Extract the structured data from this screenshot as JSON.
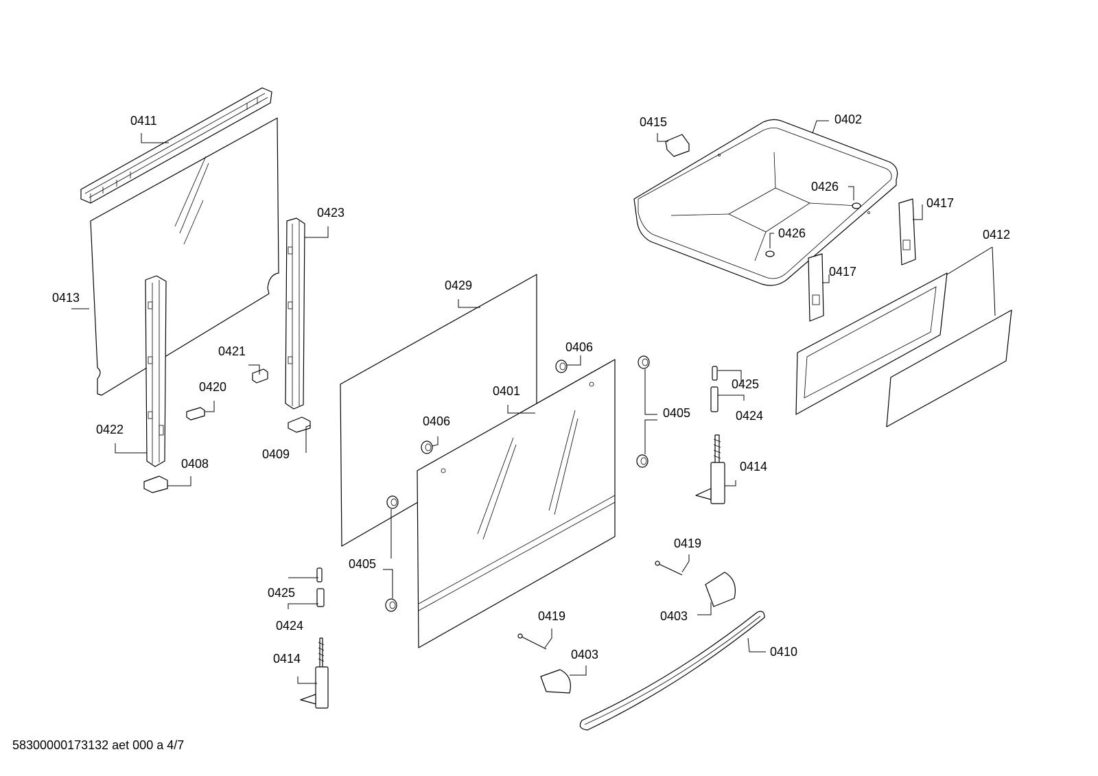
{
  "labels": {
    "p0411": "0411",
    "p0413": "0413",
    "p0423": "0423",
    "p0421": "0421",
    "p0420": "0420",
    "p0422": "0422",
    "p0408": "0408",
    "p0409": "0409",
    "p0429": "0429",
    "p0406a": "0406",
    "p0406b": "0406",
    "p0401": "0401",
    "p0405a": "0405",
    "p0405b": "0405",
    "p0425a": "0425",
    "p0424a": "0424",
    "p0414a": "0414",
    "p0425b": "0425",
    "p0424b": "0424",
    "p0414b": "0414",
    "p0419a": "0419",
    "p0419b": "0419",
    "p0403a": "0403",
    "p0403b": "0403",
    "p0410": "0410",
    "p0415": "0415",
    "p0402": "0402",
    "p0426a": "0426",
    "p0426b": "0426",
    "p0417a": "0417",
    "p0417b": "0417",
    "p0412": "0412"
  },
  "footer": "58300000173132 aet 000 a 4/7"
}
